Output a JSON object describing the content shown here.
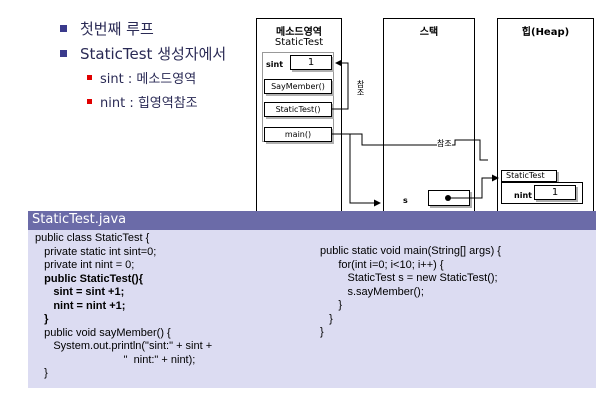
{
  "bullets": {
    "main": [
      "첫번째 루프",
      "StaticTest 생성자에서"
    ],
    "sub": [
      "sint : 메소드영역",
      "nint : 힙영역참조"
    ]
  },
  "diagram": {
    "method_area": {
      "title": "메소드영역",
      "class_label": "StaticTest",
      "sint_label": "sint",
      "sint_value": "1",
      "methods": [
        "SayMember()",
        "StaticTest()",
        "main()"
      ]
    },
    "stack": {
      "title": "스택",
      "var_label": "s"
    },
    "heap": {
      "title": "힙(Heap)",
      "object_label": "StaticTest",
      "nint_label": "nint",
      "nint_value": "1"
    },
    "ref_labels": [
      "참조",
      "참조"
    ]
  },
  "code": {
    "file_name": "StaticTest.java",
    "left_lines": [
      "public class StaticTest {",
      "   private static int sint=0;",
      "   private int nint = 0;",
      "   public StaticTest(){",
      "      sint = sint +1;",
      "      nint = nint +1;",
      "   }",
      "   public void sayMember() {",
      "      System.out.println(\"sint:\" + sint +",
      "                             \"  nint:\" + nint);",
      "   }"
    ],
    "right_lines": [
      "public static void main(String[] args) {",
      "      for(int i=0; i<10; i++) {",
      "         StaticTest s = new StaticTest();",
      "         s.sayMember();",
      "      }",
      "   }",
      "}"
    ]
  }
}
